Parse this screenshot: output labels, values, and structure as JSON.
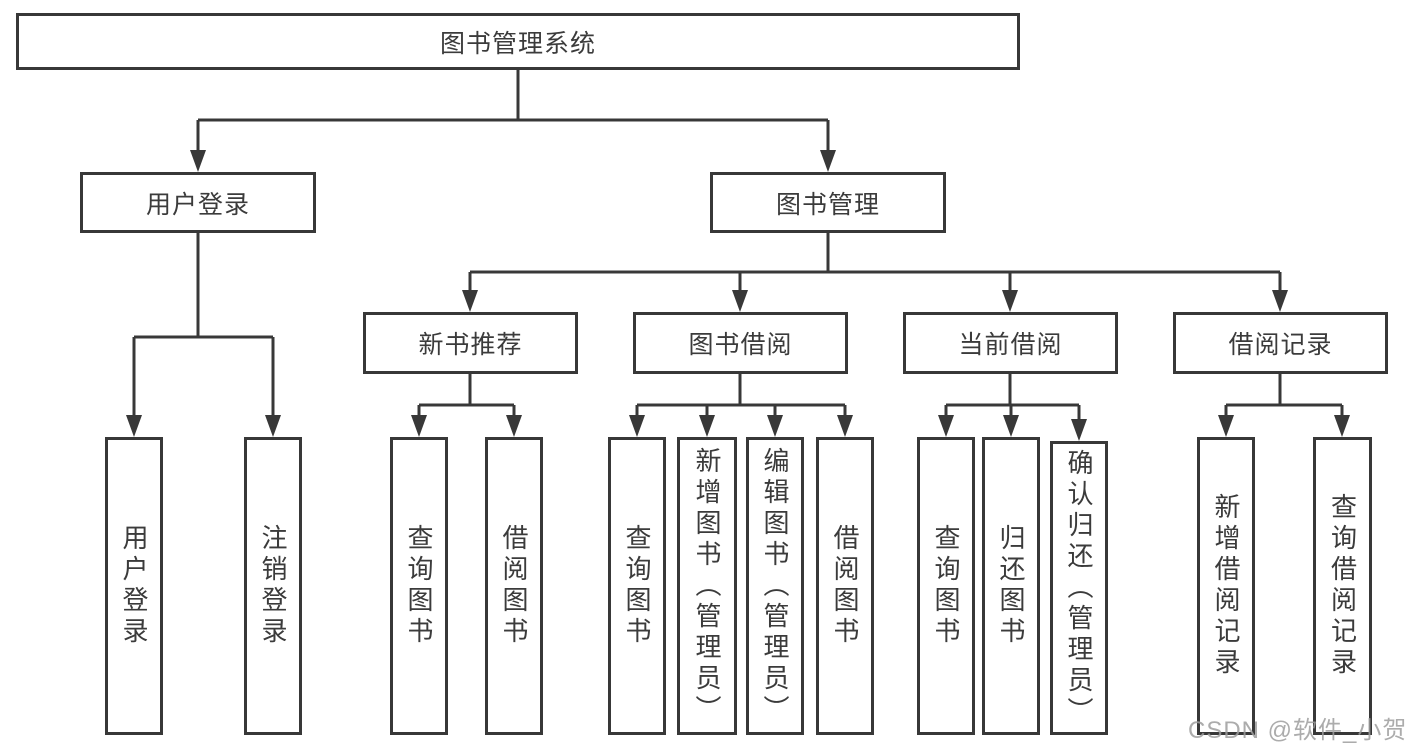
{
  "diagram": {
    "title": "图书管理系统",
    "root": {
      "label": "图书管理系统"
    },
    "branches": [
      {
        "label": "用户登录",
        "children": [
          {
            "label": "用户登录"
          },
          {
            "label": "注销登录"
          }
        ]
      },
      {
        "label": "图书管理",
        "children": [
          {
            "label": "新书推荐",
            "children": [
              {
                "label": "查询图书"
              },
              {
                "label": "借阅图书"
              }
            ]
          },
          {
            "label": "图书借阅",
            "children": [
              {
                "label": "查询图书"
              },
              {
                "label": "新增图书（管理员）"
              },
              {
                "label": "编辑图书（管理员）"
              },
              {
                "label": "借阅图书"
              }
            ]
          },
          {
            "label": "当前借阅",
            "children": [
              {
                "label": "查询图书"
              },
              {
                "label": "归还图书"
              },
              {
                "label": "确认归还（管理员）"
              }
            ]
          },
          {
            "label": "借阅记录",
            "children": [
              {
                "label": "新增借阅记录"
              },
              {
                "label": "查询借阅记录"
              }
            ]
          }
        ]
      }
    ]
  },
  "watermark": {
    "text": "CSDN @软件_小贺同学"
  },
  "colors": {
    "line": "#383838",
    "text": "#3b3b3b",
    "background": "#ffffff",
    "watermark": "#9e9e9e"
  }
}
